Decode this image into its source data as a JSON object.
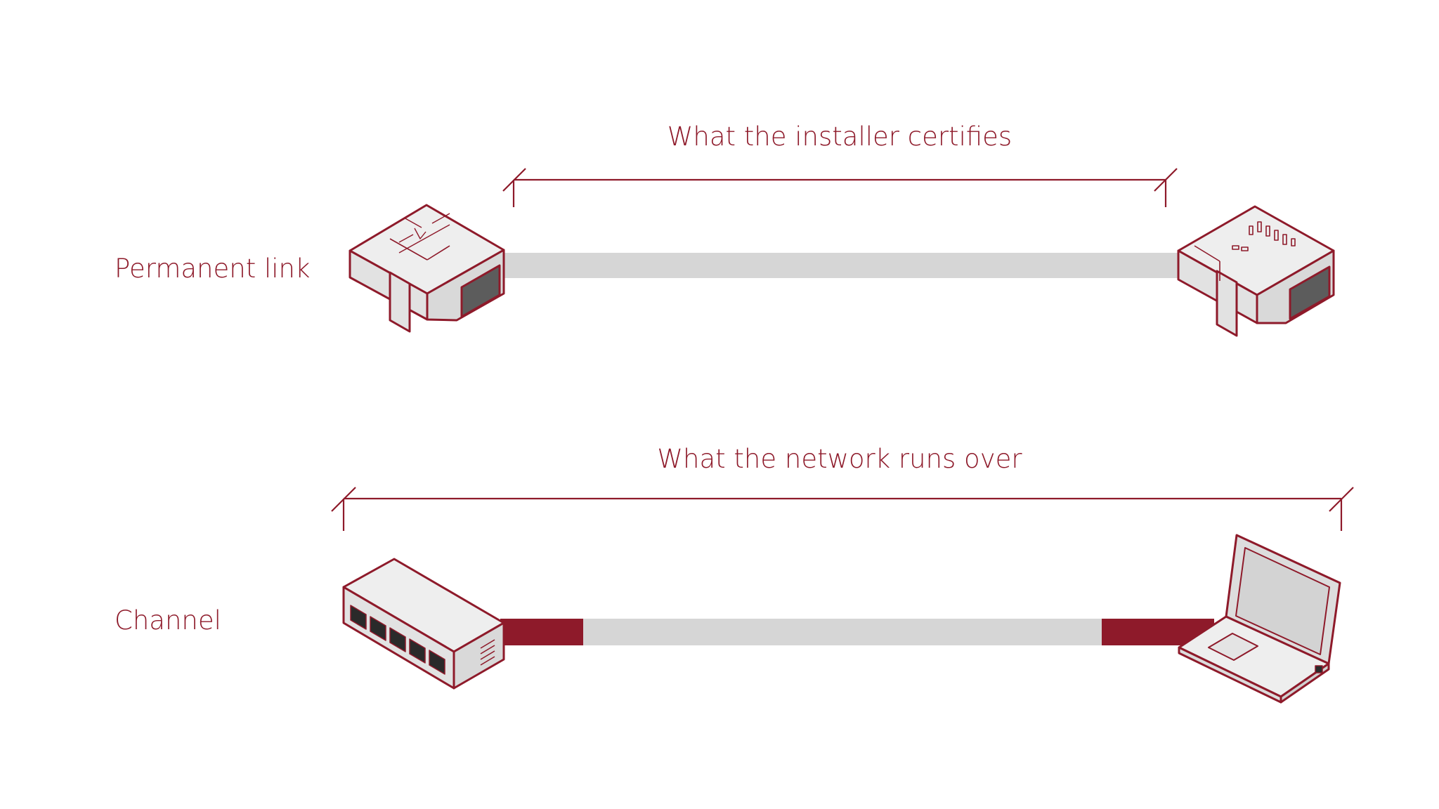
{
  "permanent_link": {
    "row_label": "Permanent link",
    "span_caption": "What the installer certifies"
  },
  "channel": {
    "row_label": "Channel",
    "span_caption": "What the network runs over"
  },
  "colors": {
    "accent": "#8e1a2a",
    "cable": "#d6d6d6",
    "device_fill": "#e8e8e8",
    "port_dark": "#5c5c5c",
    "background": "#ffffff"
  },
  "icons": [
    "wall-jack-icon",
    "patch-panel-jack-icon",
    "network-switch-icon",
    "laptop-icon"
  ]
}
